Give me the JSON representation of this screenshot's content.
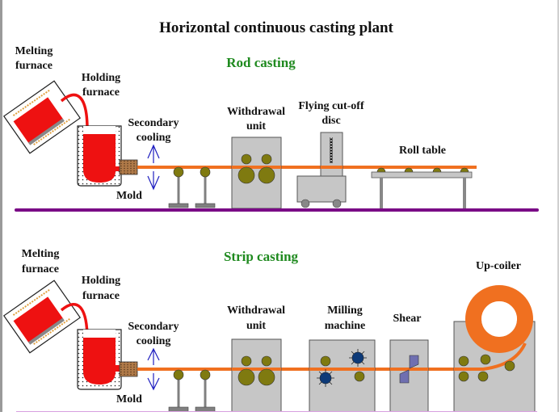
{
  "title": "Horizontal continuous casting plant",
  "colors": {
    "strand": "#f07020",
    "melt": "#ee1111",
    "ground": "#7a0a86",
    "machine": "#c6c6c6",
    "roller": "#7f7a10",
    "section_title": "#1f8a1f",
    "arrow": "#2020c0",
    "mill_cutter": "#0d3a78",
    "shear_blade": "#6f6fb0"
  },
  "rod": {
    "section_title": "Rod casting",
    "melting_furnace": "Melting furnace",
    "melting_furnace_lines": [
      "Melting",
      "furnace"
    ],
    "holding_furnace_lines": [
      "Holding",
      "furnace"
    ],
    "secondary_cooling_lines": [
      "Secondary",
      "cooling"
    ],
    "mold": "Mold",
    "withdrawal_lines": [
      "Withdrawal",
      "unit"
    ],
    "cutoff_lines": [
      "Flying cut-off",
      "disc"
    ],
    "roll_table": "Roll table"
  },
  "strip": {
    "section_title": "Strip casting",
    "melting_furnace_lines": [
      "Melting",
      "furnace"
    ],
    "holding_furnace_lines": [
      "Holding",
      "furnace"
    ],
    "secondary_cooling_lines": [
      "Secondary",
      "cooling"
    ],
    "mold": "Mold",
    "withdrawal_lines": [
      "Withdrawal",
      "unit"
    ],
    "milling_lines": [
      "Milling",
      "machine"
    ],
    "shear": "Shear",
    "upcoiler": "Up-coiler"
  }
}
